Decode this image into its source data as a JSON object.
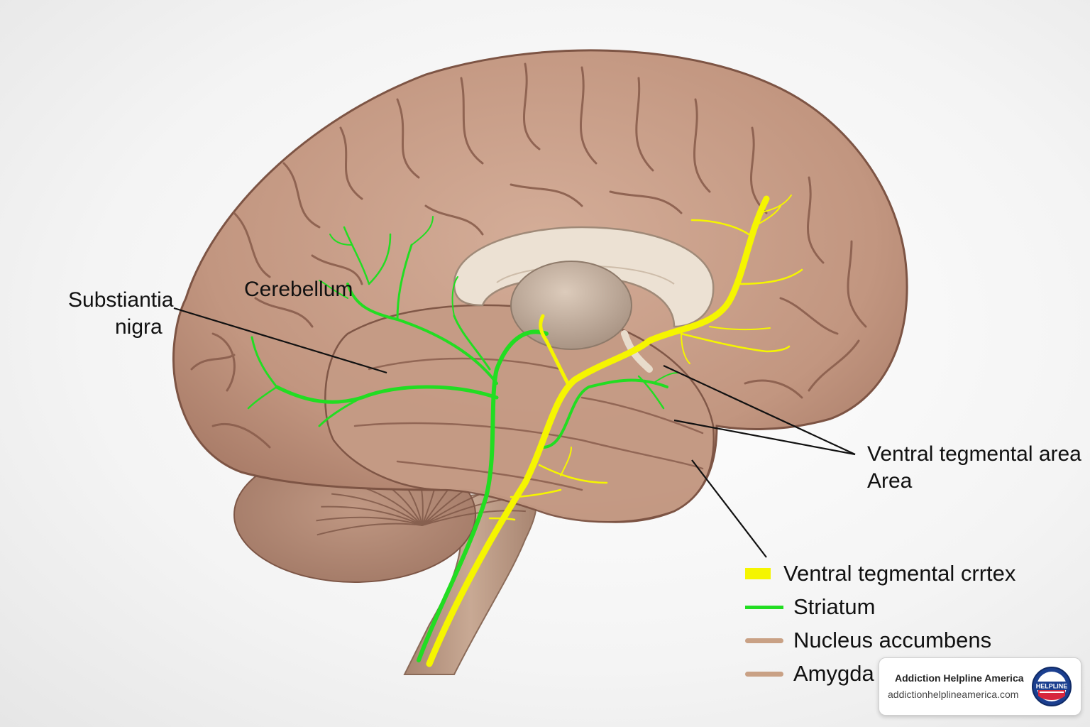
{
  "labels": {
    "substantia_line1": "Substiantia",
    "substantia_line2": "nigra",
    "cerebellum": "Cerebellum",
    "vta_line1": "Ventral tegmental area",
    "vta_line2": "Area"
  },
  "legend": [
    {
      "label": "Ventral tegmental crrtex",
      "color": "#f5f500"
    },
    {
      "label": "Striatum",
      "color": "#22dd22"
    },
    {
      "label": "Nucleus accumbens",
      "color": "#c9a185"
    },
    {
      "label": "Amygda",
      "color": "#c9a185"
    }
  ],
  "badge": {
    "name": "Addiction Helpline America",
    "url": "addictionhelplineamerica.com",
    "seal_text": "HELPLINE"
  },
  "colors": {
    "brain": "#c49a84",
    "sulci": "#8a5e4d",
    "yellow_pathway": "#f5f500",
    "green_pathway": "#22dd22",
    "corpus_callosum": "#ece1d3"
  }
}
